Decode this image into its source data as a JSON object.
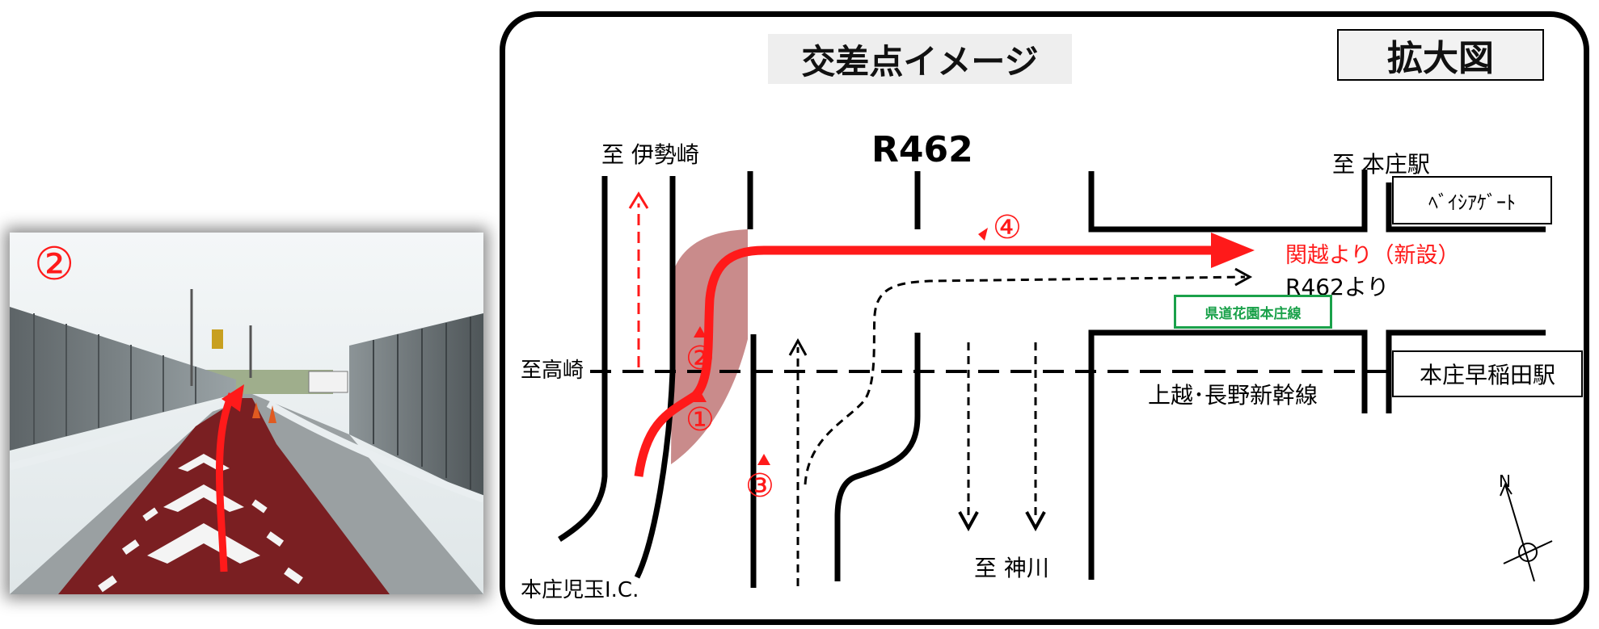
{
  "photo": {
    "marker": "②"
  },
  "panel": {
    "title": "交差点イメージ",
    "zoom_label": "拡大図"
  },
  "labels": {
    "to_isesaki": "至 伊勢崎",
    "road": "R462",
    "to_honjo_station": "至 本庄駅",
    "beisia_gate": "ﾍﾞｲｼｱｹﾞｰﾄ",
    "from_kanetsu": "関越より（新設）",
    "from_r462": "R462より",
    "prefectural_road": "県道花園本庄線",
    "to_takasaki": "至高崎",
    "shinkansen": "上越･長野新幹線",
    "honjo_waseda_station": "本庄早稲田駅",
    "to_kamikawa": "至 神川",
    "honjo_kodama_ic": "本庄児玉I.C."
  },
  "markers": {
    "m1": "①",
    "m2": "②",
    "m3": "③",
    "m4": "④"
  },
  "colors": {
    "route_red": "#ff1a1a",
    "shaded_area": "#c98b8b",
    "road_surface": "#8a2424",
    "tag_green": "#1aa14a",
    "frame": "#000000"
  },
  "compass": {
    "north": "N"
  }
}
